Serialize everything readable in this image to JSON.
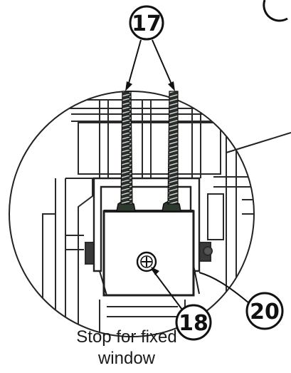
{
  "callouts": {
    "c17": "17",
    "c18": "18",
    "c20": "20"
  },
  "caption": {
    "line1": "Stop for fixed",
    "line2": "window"
  }
}
